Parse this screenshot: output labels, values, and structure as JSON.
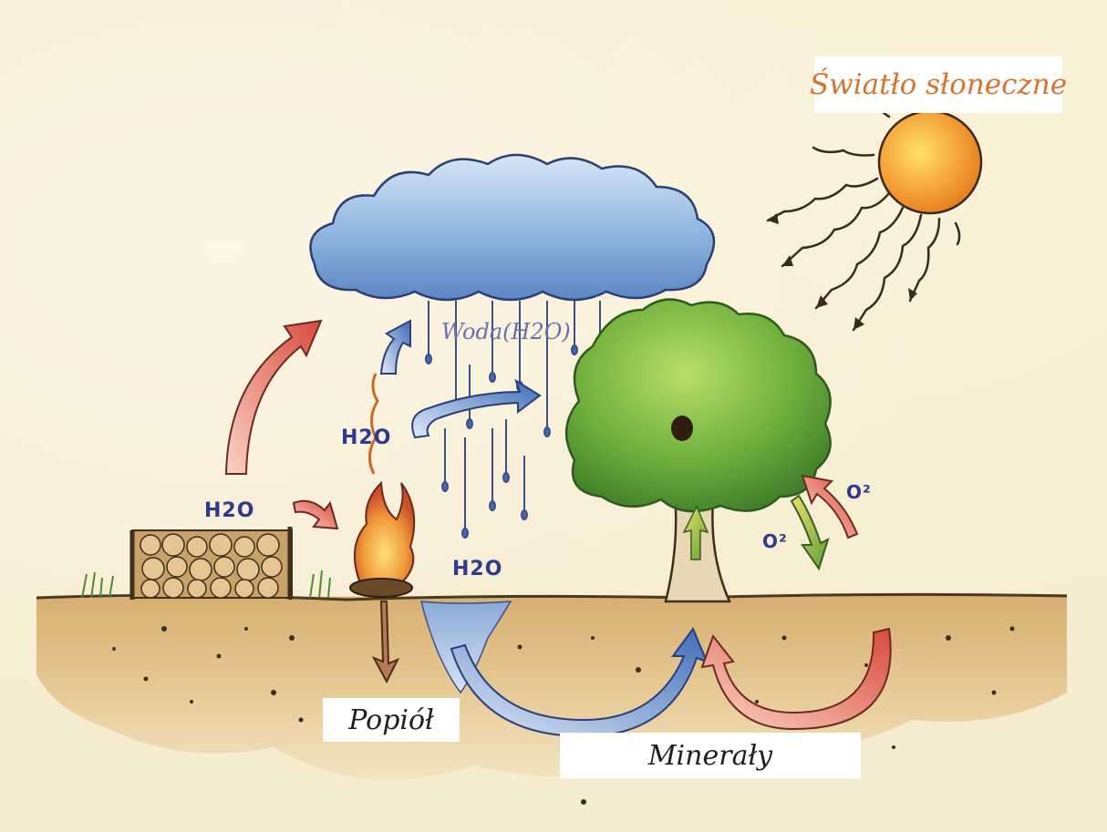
{
  "labels": {
    "sunlight": "Światło słoneczne",
    "water": "Woda(H2O)",
    "ash": "Popiół",
    "minerals": "Minerały",
    "h2o_left": "H2O",
    "h2o_fire": "H2O",
    "h2o_ground": "H2O",
    "o2_right": "O²",
    "o2_left": "O²"
  },
  "colors": {
    "sky_blue": "#6d9fd6",
    "sun_orange": "#f29a2e",
    "arrow_red": "#e0675a",
    "arrow_blue": "#4f7fc4",
    "tree_green": "#5fa23a",
    "soil": "#d9b47a"
  }
}
